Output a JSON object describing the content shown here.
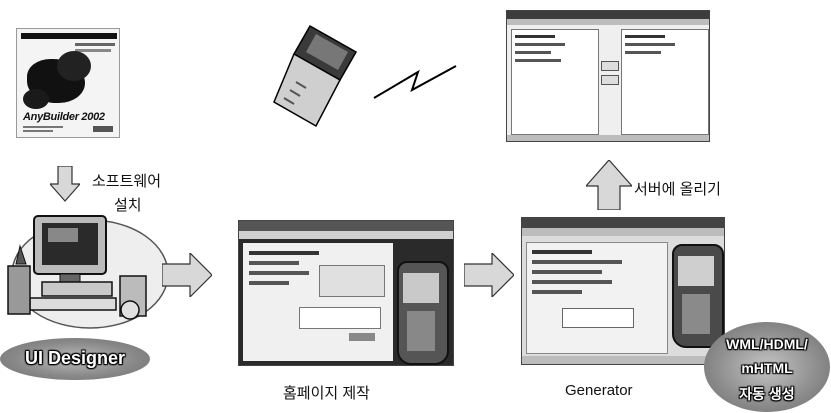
{
  "product_box": {
    "title": "AnyBuilder 2002"
  },
  "steps": {
    "install_line1": "소프트웨어",
    "install_line2": "설치",
    "homepage": "홈페이지 제작",
    "generator": "Generator",
    "upload": "서버에 올리기"
  },
  "badges": {
    "designer": "UI Designer",
    "output_line1": "WML/HDML/",
    "output_line2": "mHTML",
    "output_line3": "자동 생성"
  },
  "icons": {
    "phone": "flip-phone-icon",
    "signal": "wireless-signal-icon",
    "computer": "computer-icon",
    "arrows": "arrow-icon"
  },
  "colors": {
    "arrow_fill": "#d8d8d8",
    "badge_fill": "#8a8a8a"
  }
}
